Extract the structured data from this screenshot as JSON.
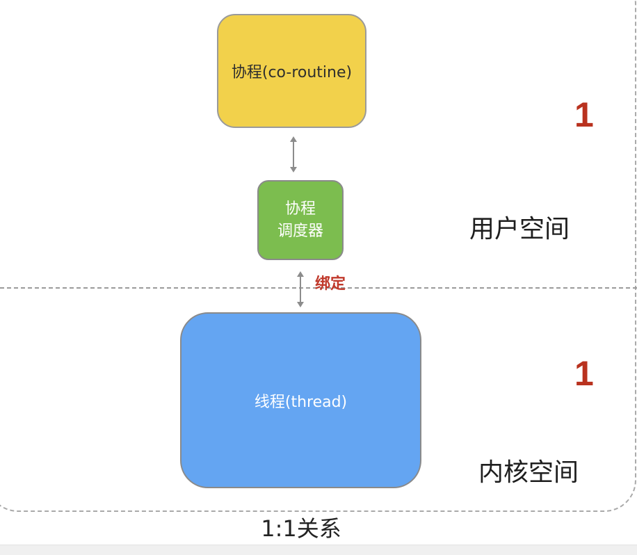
{
  "diagram": {
    "coroutine_label": "协程(co-routine)",
    "scheduler_label_line1": "协程",
    "scheduler_label_line2": "调度器",
    "thread_label": "线程(thread)",
    "bind_label": "绑定",
    "user_space_label": "用户空间",
    "kernel_space_label": "内核空间",
    "user_ratio": "1",
    "kernel_ratio": "1",
    "caption": "1:1关系"
  },
  "colors": {
    "coroutine_fill": "#f2d14b",
    "scheduler_fill": "#7cbd4f",
    "thread_fill": "#64a5f2",
    "accent_red": "#b9321f"
  }
}
